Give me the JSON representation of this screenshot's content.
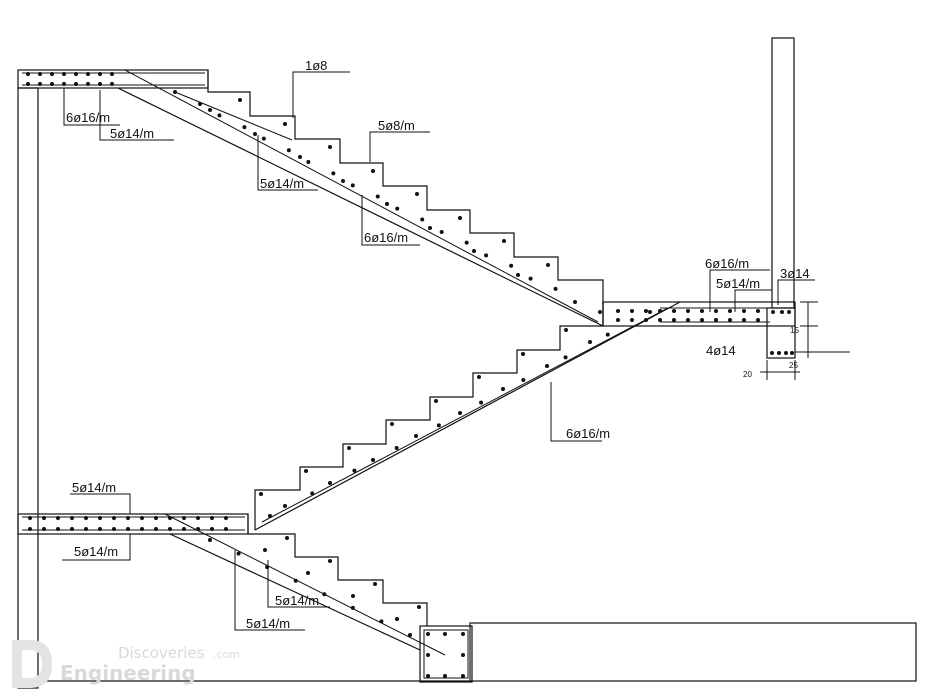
{
  "labels": {
    "l_1phi8": "1ø8",
    "l_6phi16_top": "6ø16/m",
    "l_5phi14_top": "5ø14/m",
    "l_5phi8": "5ø8/m",
    "l_5phi14_upper_mid": "5ø14/m",
    "l_6phi16_upper_mid": "6ø16/m",
    "l_6phi16_landing": "6ø16/m",
    "l_5phi14_landing": "5ø14/m",
    "l_3phi14": "3ø14",
    "l_4phi14": "4ø14",
    "l_6phi16_lower": "6ø16/m",
    "l_5phi14_left_top": "5ø14/m",
    "l_5phi14_left_bot": "5ø14/m",
    "l_5phi14_bottom_a": "5ø14/m",
    "l_5phi14_bottom_b": "5ø14/m"
  },
  "dimensions": {
    "d_15": "15",
    "d_20": "20",
    "d_25": "25"
  },
  "watermark": {
    "line1": "Discoveries",
    "line1_suffix": ".com",
    "line2": "Engineering"
  }
}
